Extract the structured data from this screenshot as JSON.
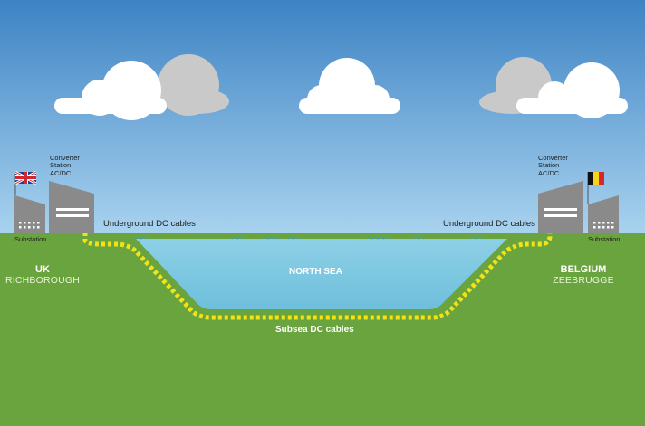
{
  "sea": {
    "label": "NORTH SEA"
  },
  "cables": {
    "underground_left": "Underground DC cables",
    "underground_right": "Underground DC cables",
    "subsea": "Subsea DC cables"
  },
  "left": {
    "converter_label": [
      "Converter",
      "Station",
      "AC/DC"
    ],
    "substation_label": "Substation",
    "country": "UK",
    "town": "RICHBOROUGH",
    "flag": "union-jack"
  },
  "right": {
    "converter_label": [
      "Converter",
      "Station",
      "AC/DC"
    ],
    "substation_label": "Substation",
    "country": "BELGIUM",
    "town": "ZEEBRUGGE",
    "flag": "belgium"
  },
  "colors": {
    "sky_top": "#3f86c6",
    "sky_bottom": "#dff0fa",
    "ground": "#6aa43e",
    "sea": "#7ec7e0",
    "cable_yellow": "#f3e316",
    "building": "#8a8a8a",
    "cloud_white": "#ffffff",
    "cloud_grey": "#c9c9c9"
  }
}
